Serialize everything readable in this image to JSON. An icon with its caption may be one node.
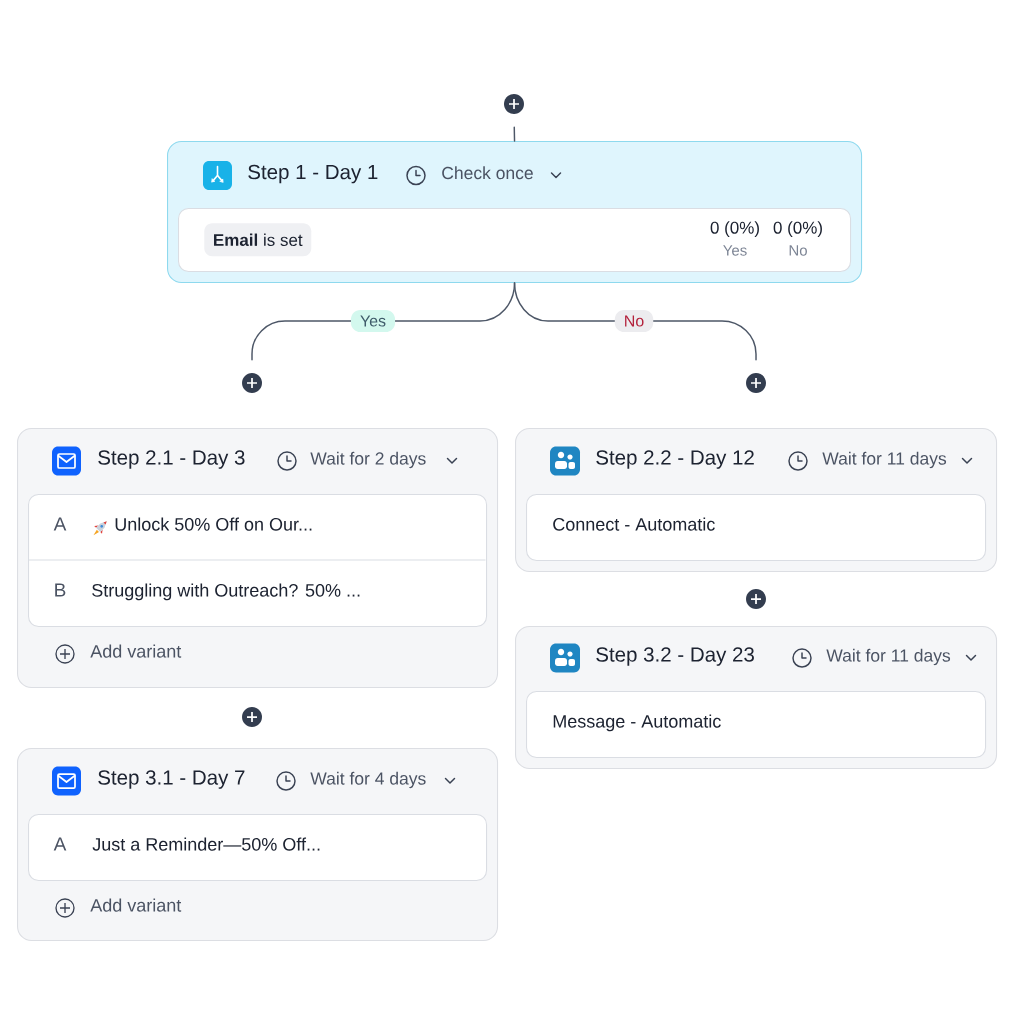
{
  "diagram": {
    "nodes": [
      {
        "text": [],
        "shape": "circle"
      },
      {
        "text": [
          "Step 1 - Day 1",
          "Check once"
        ]
      },
      {
        "text": [
          "0 (0%)",
          "Yes",
          "0 (0%)",
          "No"
        ],
        "in": 1
      },
      {
        "text": [
          "**Email** is set"
        ],
        "in": 2
      },
      {
        "text": [],
        "shape": "circle"
      },
      {
        "text": [],
        "shape": "circle"
      },
      {
        "text": [
          "Step 2.1 - Day 3",
          "Wait for 2 days",
          "Add variant"
        ]
      },
      {
        "text": [
          "A",
          "Unlock 50% Off on Our...",
          "B",
          "Struggling with Outreach? 50% ..."
        ],
        "in": 6
      },
      {
        "text": [
          "Step 2.2 - Day 12",
          "Wait for 11 days"
        ]
      },
      {
        "text": [
          "Connect - Automatic"
        ],
        "in": 8
      },
      {
        "text": [],
        "shape": "circle"
      },
      {
        "text": [
          "Step 3.2 - Day 23",
          "Wait for 11 days"
        ]
      },
      {
        "text": [
          "Message - Automatic"
        ],
        "in": 11
      },
      {
        "text": [],
        "shape": "circle"
      },
      {
        "text": [
          "Step 3.1 - Day 7",
          "Wait for 4 days",
          "Add variant"
        ]
      },
      {
        "text": [
          "A",
          "Just a Reminder—50% Off..."
        ],
        "in": 14
      }
    ],
    "edges": [
      {
        "from": 0,
        "to": 1,
        "arrow": "none"
      },
      {
        "from": 1,
        "to": 4,
        "arrow": "none",
        "label": "Yes"
      },
      {
        "from": 1,
        "to": 5,
        "arrow": "none",
        "label": "No"
      }
    ]
  }
}
